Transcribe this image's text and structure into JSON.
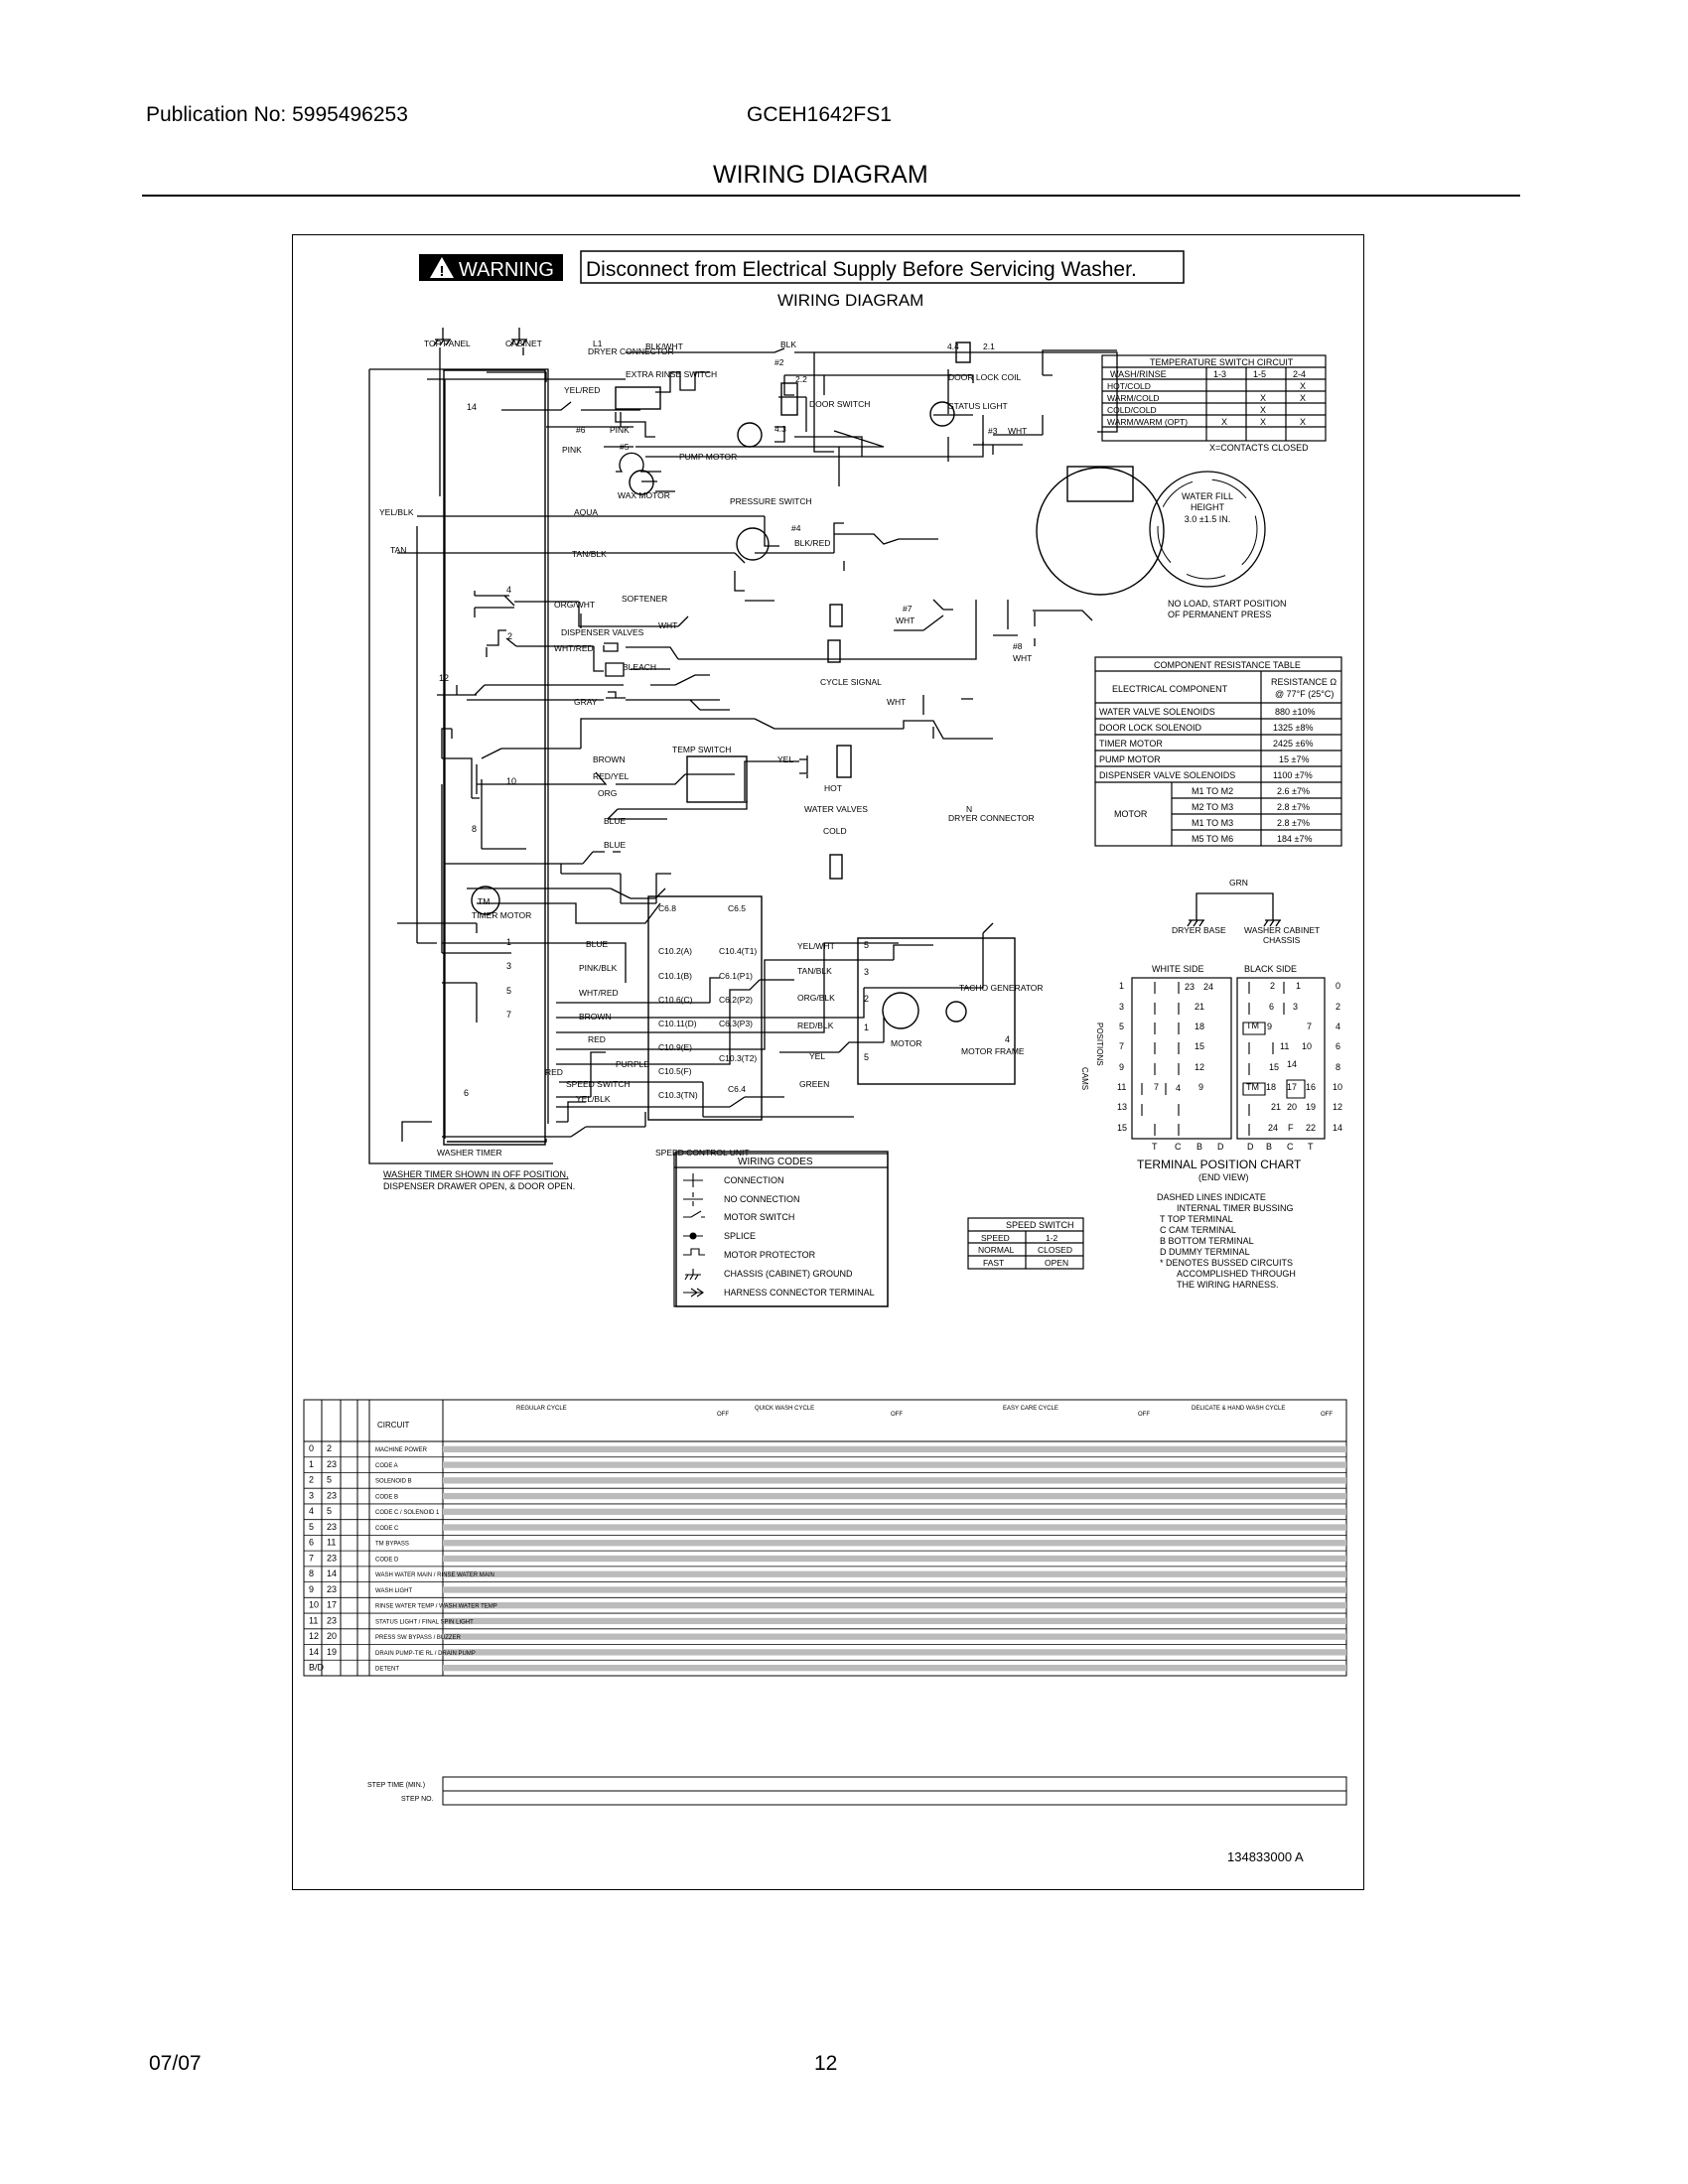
{
  "header": {
    "publication": "Publication No: 5995496253",
    "model": "GCEH1642FS1",
    "title": "WIRING DIAGRAM"
  },
  "footer": {
    "date": "07/07",
    "page": "12"
  },
  "warning": {
    "label": "WARNING",
    "message": "Disconnect from Electrical Supply Before Servicing Washer.",
    "subtitle": "WIRING DIAGRAM"
  },
  "grounds": {
    "top_panel": "TOP PANEL",
    "cabinet": "CABINET",
    "dryer_base": "DRYER BASE",
    "washer_cabinet": "WASHER CABINET",
    "chassis": "CHASSIS",
    "grn": "GRN"
  },
  "components": {
    "dryer_connector_l1": "L1",
    "dryer_connector": "DRYER CONNECTOR",
    "extra_rinse_switch": "EXTRA RINSE SWITCH",
    "door_lock_coil": "DOOR LOCK COIL",
    "door_switch": "DOOR SWITCH",
    "status_light": "STATUS LIGHT",
    "pump_motor": "PUMP MOTOR",
    "wax_motor": "WAX MOTOR",
    "pressure_switch": "PRESSURE SWITCH",
    "softener": "SOFTENER",
    "dispenser_valves": "DISPENSER VALVES",
    "bleach": "BLEACH",
    "cycle_signal": "CYCLE SIGNAL",
    "temp_switch": "TEMP SWITCH",
    "hot": "HOT",
    "water_valves": "WATER VALVES",
    "cold": "COLD",
    "n_dryer_connector": "N",
    "dryer_connector_2": "DRYER CONNECTOR",
    "timer_motor": "TIMER MOTOR",
    "tm": "TM",
    "speed_switch": "SPEED SWITCH",
    "washer_timer": "WASHER TIMER",
    "speed_control_unit": "SPEED CONTROL UNIT",
    "tacho_generator": "TACHO GENERATOR",
    "motor": "MOTOR",
    "motor_frame": "MOTOR FRAME"
  },
  "wire_colors": {
    "blk_wht": "BLK/WHT",
    "blk": "BLK",
    "yel_red": "YEL/RED",
    "pink": "PINK",
    "yel_blk": "YEL/BLK",
    "aqua": "AQUA",
    "tan": "TAN",
    "tan_blk": "TAN/BLK",
    "blk_red": "BLK/RED",
    "org_wht": "ORG/WHT",
    "wht": "WHT",
    "wht_red": "WHT/RED",
    "gray": "GRAY",
    "brown": "BROWN",
    "red_yel": "RED/YEL",
    "org": "ORG",
    "blue": "BLUE",
    "yel": "YEL",
    "pink_blk": "PINK/BLK",
    "red": "RED",
    "purple": "PURPLE",
    "yel_wht": "YEL/WHT",
    "org_blk": "ORG/BLK",
    "red_blk": "RED/BLK",
    "green": "GREEN"
  },
  "terminal_refs": {
    "j2": "#2",
    "j3": "#3",
    "j4": "#4",
    "j5": "#5",
    "j6": "#6",
    "j7": "#7",
    "j8": "#8",
    "n22": "2.2",
    "n43": "4.3",
    "n44": "4.4",
    "n21": "2.1"
  },
  "timer_contacts": [
    "14",
    "4",
    "2",
    "12",
    "10",
    "8",
    "1",
    "3",
    "5",
    "7",
    "6"
  ],
  "speed_control": {
    "left": [
      "C6.8",
      "C10.2(A)",
      "C10.1(B)",
      "C10.6(C)",
      "C10.11(D)",
      "C10.9(E)",
      "C10.5(F)",
      "C10.3(TN)"
    ],
    "right": [
      "C6.5",
      "C10.4(T1)",
      "C6.1(P1)",
      "C6.2(P2)",
      "C6.3(P3)",
      "C10.3(T2)",
      "C6.4"
    ]
  },
  "motor_terminals": [
    "5",
    "3",
    "2",
    "1",
    "5",
    "4"
  ],
  "temp_switch_table": {
    "title": "TEMPERATURE SWITCH CIRCUIT",
    "columns": [
      "WASH/RINSE",
      "1-3",
      "1-5",
      "2-4"
    ],
    "rows": [
      [
        "HOT/COLD",
        "",
        "",
        "X"
      ],
      [
        "WARM/COLD",
        "",
        "X",
        "X"
      ],
      [
        "COLD/COLD",
        "",
        "X",
        ""
      ],
      [
        "WARM/WARM (OPT)",
        "X",
        "X",
        "X"
      ]
    ],
    "note": "X=CONTACTS CLOSED"
  },
  "water_fill": {
    "line1": "WATER FILL",
    "line2": "HEIGHT",
    "line3": "3.0 ±1.5 IN.",
    "note1": "NO LOAD, START POSITION",
    "note2": "OF PERMANENT PRESS"
  },
  "resistance_table": {
    "title": "COMPONENT RESISTANCE TABLE",
    "col1": "ELECTRICAL COMPONENT",
    "col2a": "RESISTANCE Ω",
    "col2b": "@ 77°F (25°C)",
    "rows": [
      [
        "WATER VALVE SOLENOIDS",
        "880 ±10%"
      ],
      [
        "DOOR LOCK SOLENOID",
        "1325 ±8%"
      ],
      [
        "TIMER MOTOR",
        "2425 ±6%"
      ],
      [
        "PUMP MOTOR",
        "15 ±7%"
      ],
      [
        "DISPENSER VALVE SOLENOIDS",
        "1100 ±7%"
      ]
    ],
    "motor_label": "MOTOR",
    "motor_rows": [
      [
        "M1 TO M2",
        "2.6 ±7%"
      ],
      [
        "M2 TO M3",
        "2.8 ±7%"
      ],
      [
        "M1 TO M3",
        "2.8 ±7%"
      ],
      [
        "M5 TO M6",
        "184 ±7%"
      ]
    ]
  },
  "terminal_chart": {
    "white_side": "WHITE SIDE",
    "black_side": "BLACK SIDE",
    "positions_label": "POSITIONS",
    "cams": "CAMS",
    "left_nums": [
      "1",
      "3",
      "5",
      "7",
      "9",
      "11",
      "13",
      "15"
    ],
    "right_nums": [
      "0",
      "2",
      "4",
      "6",
      "8",
      "10",
      "12",
      "14"
    ],
    "white_cells": [
      "23",
      "24",
      "21",
      "18",
      "15",
      "12",
      "7",
      "9",
      "4"
    ],
    "black_cells": [
      "2",
      "1",
      "6",
      "3",
      "TM",
      "9",
      "7",
      "11",
      "10",
      "15",
      "14",
      "TM",
      "18",
      "17",
      "16",
      "21",
      "20",
      "19",
      "24",
      "F",
      "22"
    ],
    "bottom_white": [
      "T",
      "C",
      "B",
      "D"
    ],
    "bottom_black": [
      "D",
      "B",
      "C",
      "T"
    ],
    "title": "TERMINAL POSITION CHART",
    "subtitle": "(END VIEW)"
  },
  "legend_notes": [
    "DASHED LINES INDICATE",
    "INTERNAL TIMER BUSSING",
    "T   TOP TERMINAL",
    "C   CAM TERMINAL",
    "B   BOTTOM TERMINAL",
    "D   DUMMY TERMINAL",
    "*   DENOTES BUSSED CIRCUITS",
    "ACCOMPLISHED THROUGH",
    "THE WIRING HARNESS."
  ],
  "timer_note": {
    "line1": "WASHER TIMER SHOWN IN OFF POSITION,",
    "line2": "DISPENSER DRAWER OPEN, & DOOR OPEN."
  },
  "wiring_codes": {
    "title": "WIRING CODES",
    "items": [
      "CONNECTION",
      "NO CONNECTION",
      "MOTOR SWITCH",
      "SPLICE",
      "MOTOR PROTECTOR",
      "CHASSIS (CABINET) GROUND",
      "HARNESS CONNECTOR TERMINAL"
    ]
  },
  "speed_switch_table": {
    "title": "SPEED SWITCH",
    "rows": [
      [
        "SPEED",
        "1-2"
      ],
      [
        "NORMAL",
        "CLOSED"
      ],
      [
        "FAST",
        "OPEN"
      ]
    ]
  },
  "timer_chart": {
    "cycles": [
      "REGULAR CYCLE",
      "OFF",
      "QUICK WASH CYCLE",
      "OFF",
      "EASY CARE CYCLE",
      "OFF",
      "DELICATE & HAND WASH CYCLE",
      "OFF"
    ],
    "circuit_header": "CIRCUIT",
    "rows": [
      [
        "0",
        "2",
        "MACHINE POWER"
      ],
      [
        "1",
        "23",
        "CODE A"
      ],
      [
        "2",
        "5",
        "SOLENOID B"
      ],
      [
        "3",
        "23",
        "CODE B"
      ],
      [
        "4",
        "5",
        "CODE C / SOLENOID 1"
      ],
      [
        "5",
        "23",
        "CODE C"
      ],
      [
        "6",
        "11",
        "TM BYPASS"
      ],
      [
        "7",
        "23",
        "CODE D"
      ],
      [
        "8",
        "14",
        "WASH WATER MAIN / RINSE WATER MAIN"
      ],
      [
        "9",
        "23",
        "WASH LIGHT"
      ],
      [
        "10",
        "17",
        "RINSE WATER TEMP / WASH WATER TEMP"
      ],
      [
        "11",
        "23",
        "STATUS LIGHT / FINAL SPIN LIGHT"
      ],
      [
        "12",
        "20",
        "PRESS SW BYPASS / BUZZER"
      ],
      [
        "14",
        "19",
        "DRAIN PUMP-TIE RL / DRAIN PUMP"
      ],
      [
        "B/D",
        "",
        "DETENT"
      ]
    ],
    "step_time": "STEP TIME (MIN.)",
    "step_no": "STEP NO."
  },
  "doc_number": "134833000  A"
}
